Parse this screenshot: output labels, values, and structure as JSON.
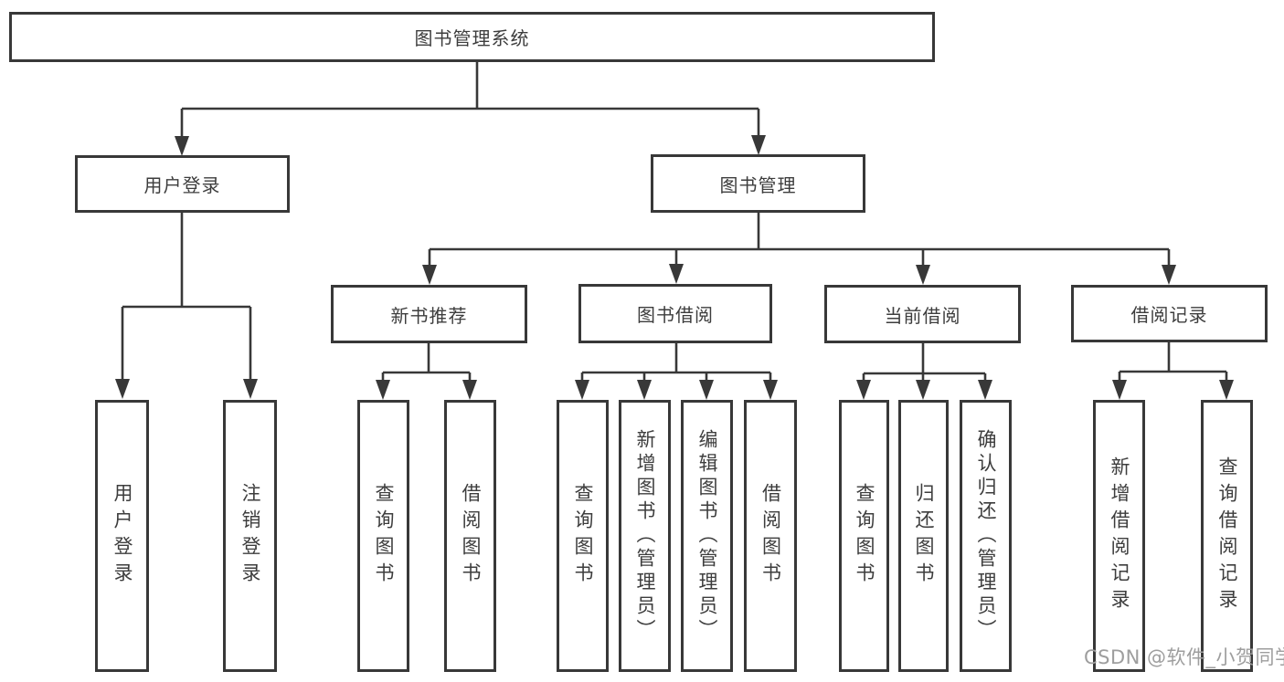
{
  "tree": {
    "root": {
      "label": "图书管理系统",
      "children": [
        {
          "label": "用户登录",
          "children": [
            {
              "label": "用户登录"
            },
            {
              "label": "注销登录"
            }
          ]
        },
        {
          "label": "图书管理",
          "children": [
            {
              "label": "新书推荐",
              "children": [
                {
                  "label": "查询图书"
                },
                {
                  "label": "借阅图书"
                }
              ]
            },
            {
              "label": "图书借阅",
              "children": [
                {
                  "label": "查询图书"
                },
                {
                  "label": "新增图书（管理员）"
                },
                {
                  "label": "编辑图书（管理员）"
                },
                {
                  "label": "借阅图书"
                }
              ]
            },
            {
              "label": "当前借阅",
              "children": [
                {
                  "label": "查询图书"
                },
                {
                  "label": "归还图书"
                },
                {
                  "label": "确认归还（管理员）"
                }
              ]
            },
            {
              "label": "借阅记录",
              "children": [
                {
                  "label": "新增借阅记录"
                },
                {
                  "label": "查询借阅记录"
                }
              ]
            }
          ]
        }
      ]
    }
  },
  "watermark": {
    "text": "CSDN @软件_小贺同学"
  },
  "colors": {
    "line": "#383838",
    "text": "#3d3d3d",
    "watermark": "#9e9e9e"
  }
}
